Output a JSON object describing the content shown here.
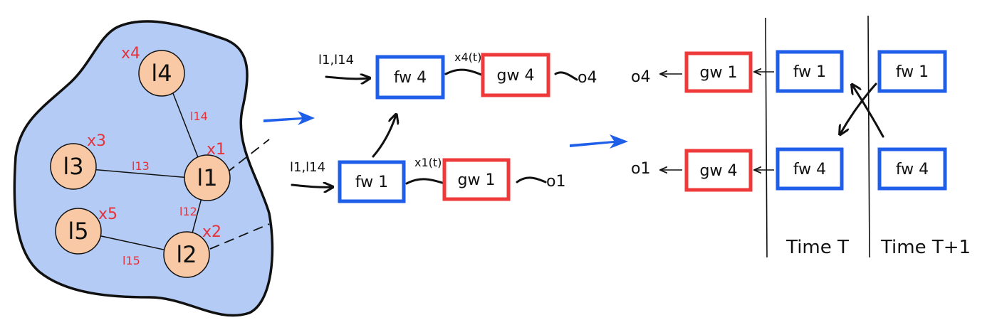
{
  "graph": {
    "nodes": [
      {
        "id": "l4",
        "label": "l4",
        "state": "x4"
      },
      {
        "id": "l3",
        "label": "l3",
        "state": "x3"
      },
      {
        "id": "l1",
        "label": "l1",
        "state": "x1"
      },
      {
        "id": "l5",
        "label": "l5",
        "state": "x5"
      },
      {
        "id": "l2",
        "label": "l2",
        "state": "x2"
      }
    ],
    "edges": [
      {
        "from": "l4",
        "to": "l1",
        "label": "l14"
      },
      {
        "from": "l3",
        "to": "l1",
        "label": "l13"
      },
      {
        "from": "l1",
        "to": "l2",
        "label": "l12"
      },
      {
        "from": "l5",
        "to": "l2",
        "label": "l15"
      }
    ]
  },
  "encoding": {
    "top": {
      "input": "l1,l14",
      "f_label": "fw 4",
      "state": "x4(t)",
      "g_label": "gw 4",
      "output": "o4"
    },
    "bottom": {
      "input": "l1,l14",
      "f_label": "fw 1",
      "state": "x1(t)",
      "g_label": "gw 1",
      "output": "o1"
    }
  },
  "unfold": {
    "time_t": {
      "label": "Time T",
      "top": {
        "output": "o4",
        "g_label": "gw 1",
        "f_label": "fw 1"
      },
      "bottom": {
        "output": "o1",
        "g_label": "gw 4",
        "f_label": "fw 4"
      }
    },
    "time_t1": {
      "label": "Time T+1",
      "top": {
        "f_label": "fw 1"
      },
      "bottom": {
        "f_label": "fw 4"
      }
    }
  },
  "colors": {
    "region_fill": "#b3cbf5",
    "node_fill": "#f8c9a4",
    "f_box": "#1f5ee8",
    "g_box": "#ee3a3a",
    "state_text": "#e8323a",
    "arrow_blue": "#1f5ee8"
  }
}
